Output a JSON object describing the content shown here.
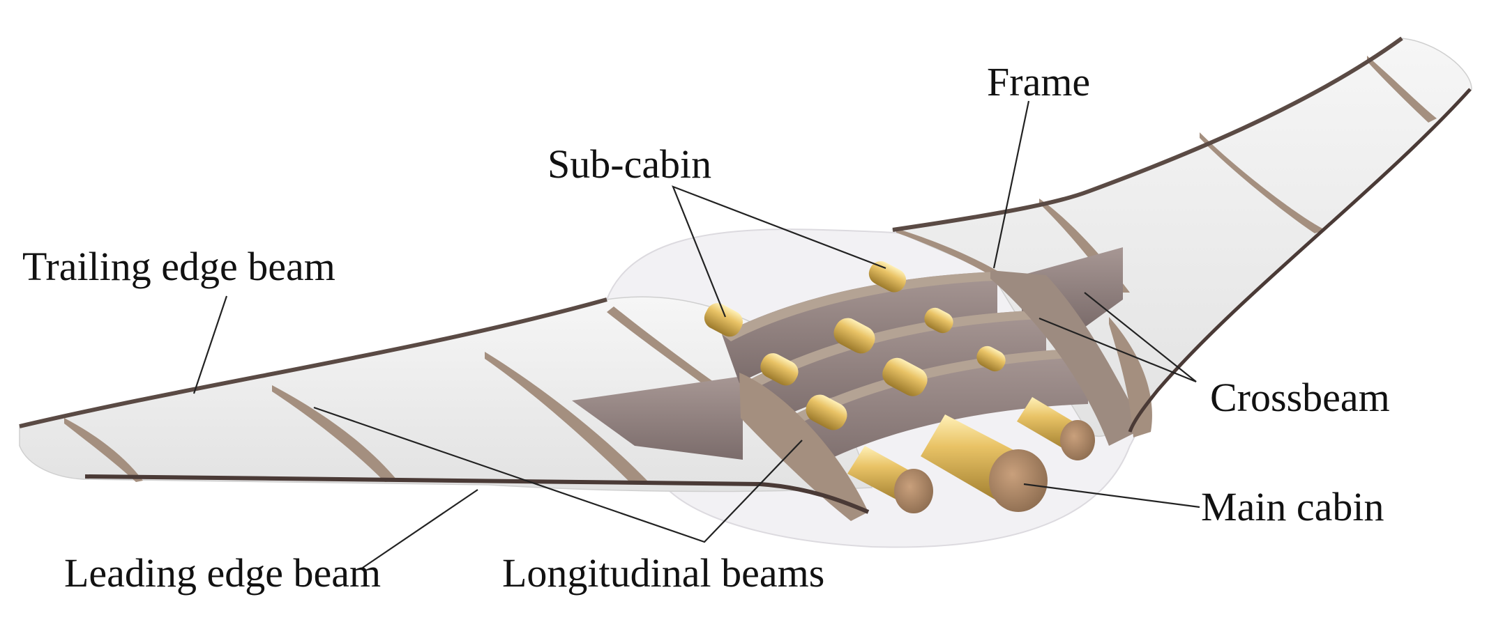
{
  "labels": {
    "frame": "Frame",
    "sub_cabin": "Sub-cabin",
    "trailing_edge_beam": "Trailing edge beam",
    "crossbeam": "Crossbeam",
    "main_cabin": "Main cabin",
    "leading_edge_beam": "Leading edge beam",
    "longitudinal_beams": "Longitudinal beams"
  },
  "colors": {
    "skin": "#ededed",
    "skin_edge": "#5a4a44",
    "rib": "#a48f7f",
    "beam_wall": "#8f7d78",
    "beam_top": "#b4a394",
    "cabin_gold": "#e2b552",
    "cabin_end": "#b08a65",
    "fuselage_glass": "#f1f0f3"
  }
}
